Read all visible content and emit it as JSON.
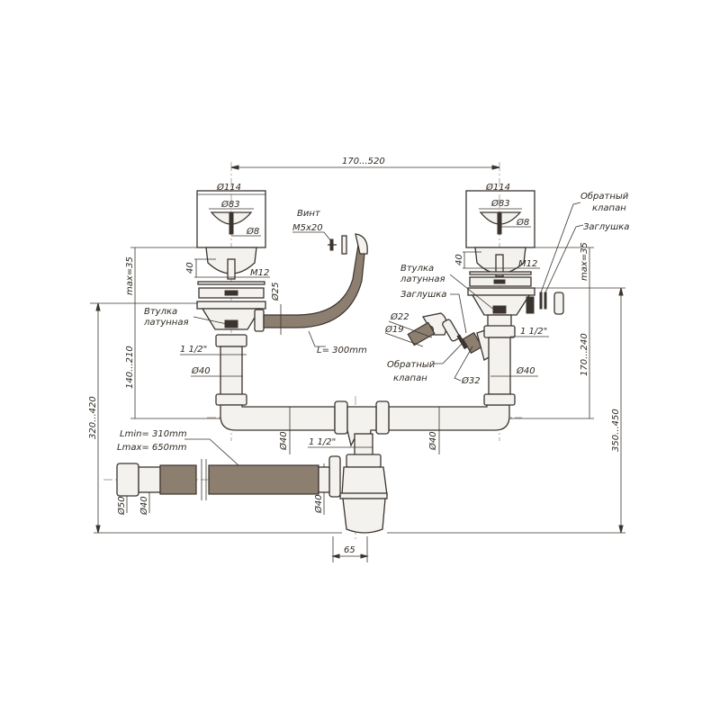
{
  "dimensions": {
    "spacing": "170...520",
    "left_d114": "Ø114",
    "left_d83": "Ø83",
    "left_d8": "Ø8",
    "left_40": "40",
    "left_m12": "M12",
    "left_max35": "max=35",
    "left_d25": "Ø25",
    "left_140_210": "140...210",
    "left_1_1_2": "1 1/2\"",
    "left_d40": "Ø40",
    "total_320_420": "320...420",
    "right_d114": "Ø114",
    "right_d83": "Ø83",
    "right_d8": "Ø8",
    "right_40": "40",
    "right_m12": "M12",
    "right_max35": "max=35",
    "right_170_240": "170...240",
    "right_1_1_2": "1 1/2\"",
    "right_d40": "Ø40",
    "total_350_450": "350...450",
    "d22": "Ø22",
    "d19": "Ø19",
    "d32": "Ø32",
    "pipe_d40_left": "Ø40",
    "pipe_d40_right": "Ø40",
    "trap_1_1_2": "1 1/2\"",
    "hose_d50": "Ø50",
    "hose_d40": "Ø40",
    "trap_d40": "Ø40",
    "offset_65": "65"
  },
  "labels": {
    "screw_line1": "Винт",
    "screw_line2": "M5x20",
    "overflow_length": "L= 300mm",
    "left_bushing_line1": "Втулка",
    "left_bushing_line2": "латунная",
    "right_bushing_line1": "Втулка",
    "right_bushing_line2": "латунная",
    "right_plug": "Заглушка",
    "side_check_valve_line1": "Обратный",
    "side_check_valve_line2": "клапан",
    "side_plug": "Заглушка",
    "check_valve_line1": "Обратный",
    "check_valve_line2": "клапан",
    "hose_lmin": "Lmin= 310mm",
    "hose_lmax": "Lmax= 650mm"
  }
}
